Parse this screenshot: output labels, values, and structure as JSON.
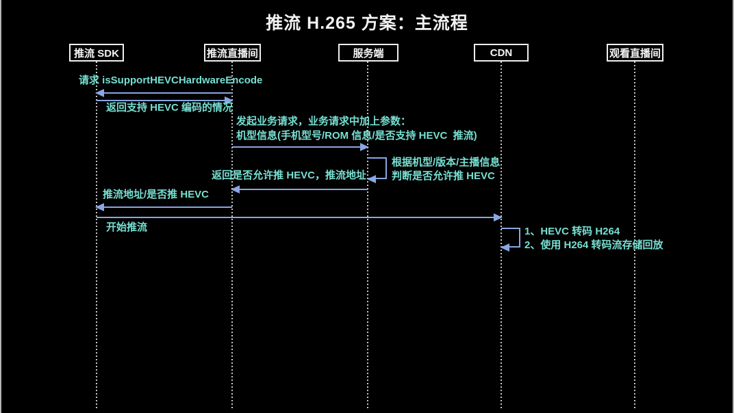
{
  "title": "推流 H.265 方案：主流程",
  "participants": [
    {
      "label": "推流 SDK"
    },
    {
      "label": "推流直播间"
    },
    {
      "label": "服务端"
    },
    {
      "label": "CDN"
    },
    {
      "label": "观看直播间"
    }
  ],
  "messages": {
    "m1": "请求 isSupportHEVCHardwareEncode",
    "m2": "返回支持 HEVC 编码的情况",
    "m3_line1": "发起业务请求，业务请求中加上参数：",
    "m3_line2": "机型信息(手机型号/ROM 信息/是否支持 HEVC  推流)",
    "m4_line1": "根据机型/版本/主播信息",
    "m4_line2": "判断是否允许推 HEVC",
    "m5": "返回是否允许推 HEVC，推流地址",
    "m6": "推流地址/是否推 HEVC",
    "m7": "开始推流",
    "m8_line1": "1、HEVC 转码 H264",
    "m8_line2": "2、使用 H264 转码流存储回放"
  },
  "colors": {
    "background": "#000000",
    "arrow": "#8ba6e3",
    "message_text": "#76e0d2",
    "participant_text": "#f5f5f5",
    "lifeline": "#c8c8c8",
    "slide_edge": "#b5b5b5"
  }
}
